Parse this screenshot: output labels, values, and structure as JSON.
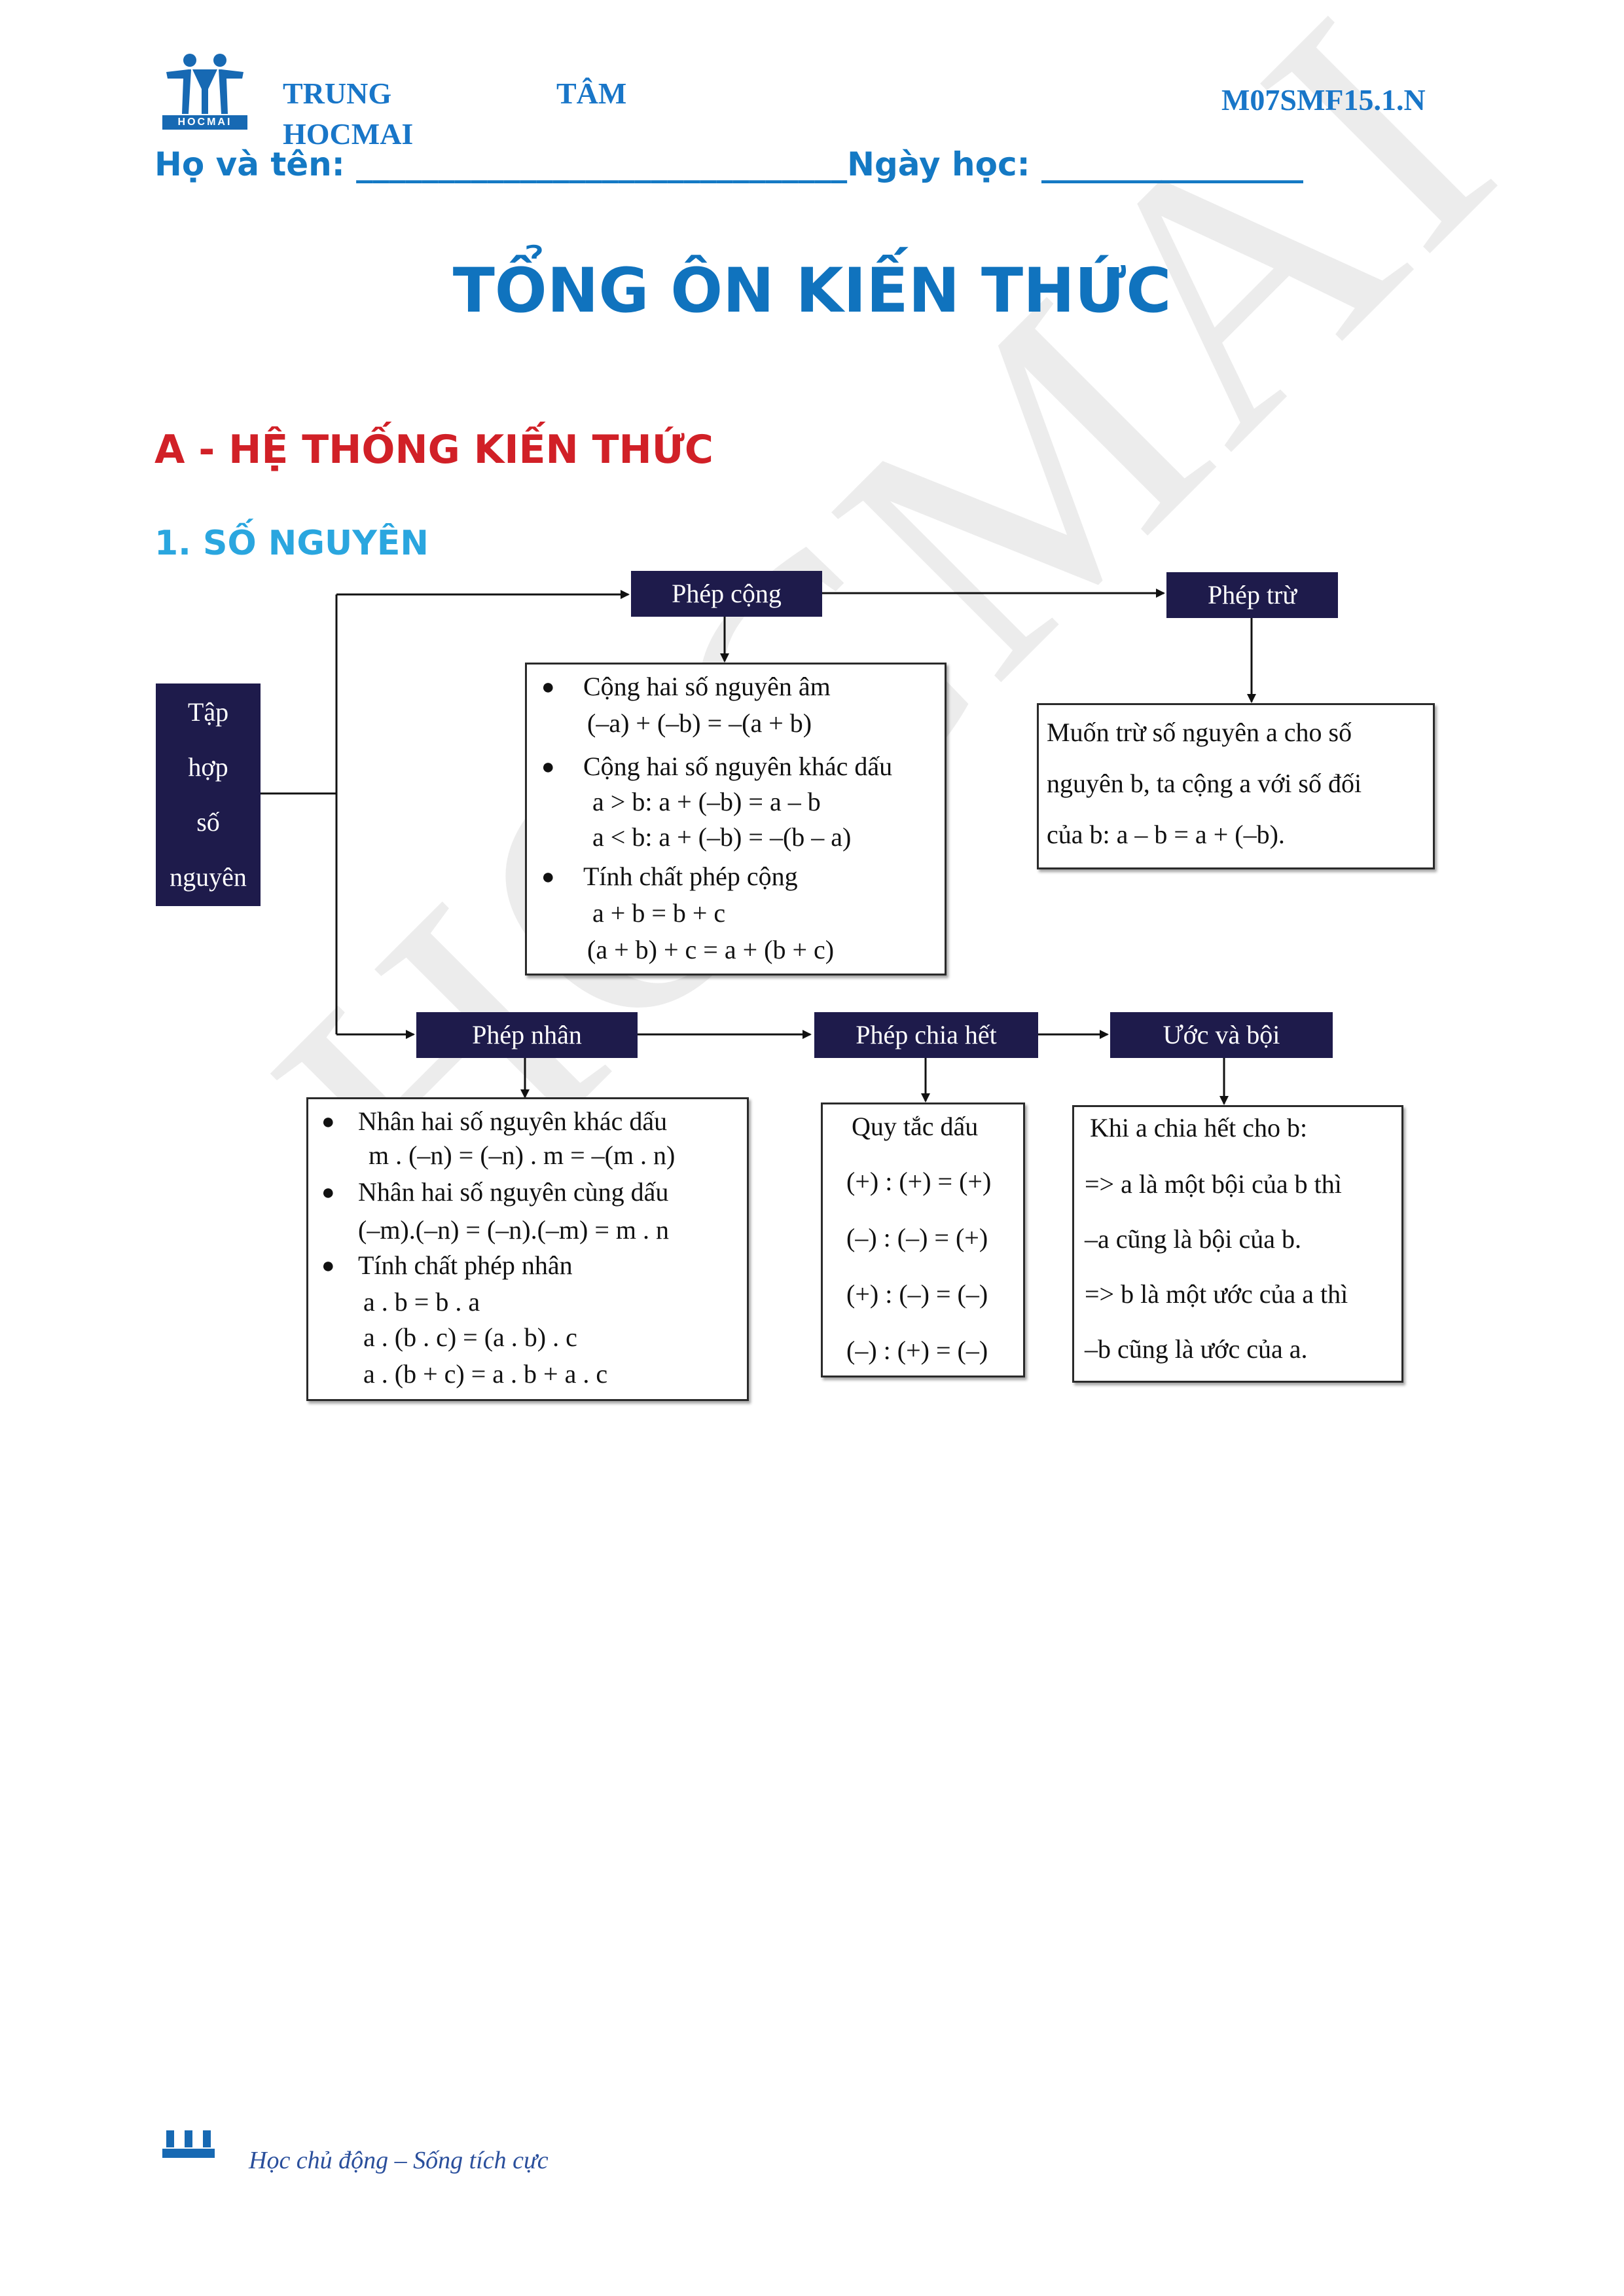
{
  "watermark": "HOCMAI",
  "header": {
    "logo_text": "HOCMAI",
    "center_word1": "TRUNG",
    "center_word2": "TÂM",
    "center_word3": "HOCMAI",
    "code": "M07SMF15.1.N",
    "name_label": "Họ và tên: ______________________________Ngày học: ________________"
  },
  "title": "TỔNG ÔN KIẾN THỨC",
  "section_a": "A - HỆ THỐNG KIẾN THỨC",
  "section_1": "1. SỐ NGUYÊN",
  "diagram": {
    "root": [
      "Tập",
      "hợp",
      "số",
      "nguyên"
    ],
    "phep_cong": {
      "label": "Phép cộng",
      "lines": [
        "Cộng hai số nguyên âm",
        "(–a) + (–b) = –(a + b)",
        "Cộng hai số nguyên khác dấu",
        "a > b: a + (–b) = a – b",
        "a < b: a + (–b) = –(b – a)",
        "Tính chất phép cộng",
        "a + b = b + c",
        "(a + b) + c = a + (b + c)"
      ]
    },
    "phep_tru": {
      "label": "Phép trừ",
      "lines": [
        "Muốn trừ số nguyên a cho số",
        "nguyên b, ta cộng a với số đối",
        "của b: a – b = a + (–b)."
      ]
    },
    "phep_nhan": {
      "label": "Phép nhân",
      "lines": [
        "Nhân hai số nguyên khác dấu",
        "m . (–n) = (–n) . m = –(m . n)",
        "Nhân hai số nguyên cùng dấu",
        "(–m).(–n) = (–n).(–m) = m . n",
        "Tính chất phép nhân",
        "a . b = b . a",
        "a . (b . c) = (a . b) . c",
        "a . (b + c) = a . b + a . c"
      ]
    },
    "phep_chia": {
      "label": "Phép chia hết",
      "lines": [
        "Quy tắc dấu",
        "(+) : (+) = (+)",
        "(–) : (–) = (+)",
        "(+) : (–) = (–)",
        "(–) : (+) = (–)"
      ]
    },
    "uoc_boi": {
      "label": "Ước và bội",
      "lines": [
        "Khi a chia hết cho b:",
        "=> a là một bội của b thì",
        "–a cũng là bội của b.",
        "=> b là một ước của a thì",
        "–b cũng là ước của a."
      ]
    }
  },
  "footer": {
    "slogan": "Học chủ động – Sống tích cực"
  }
}
